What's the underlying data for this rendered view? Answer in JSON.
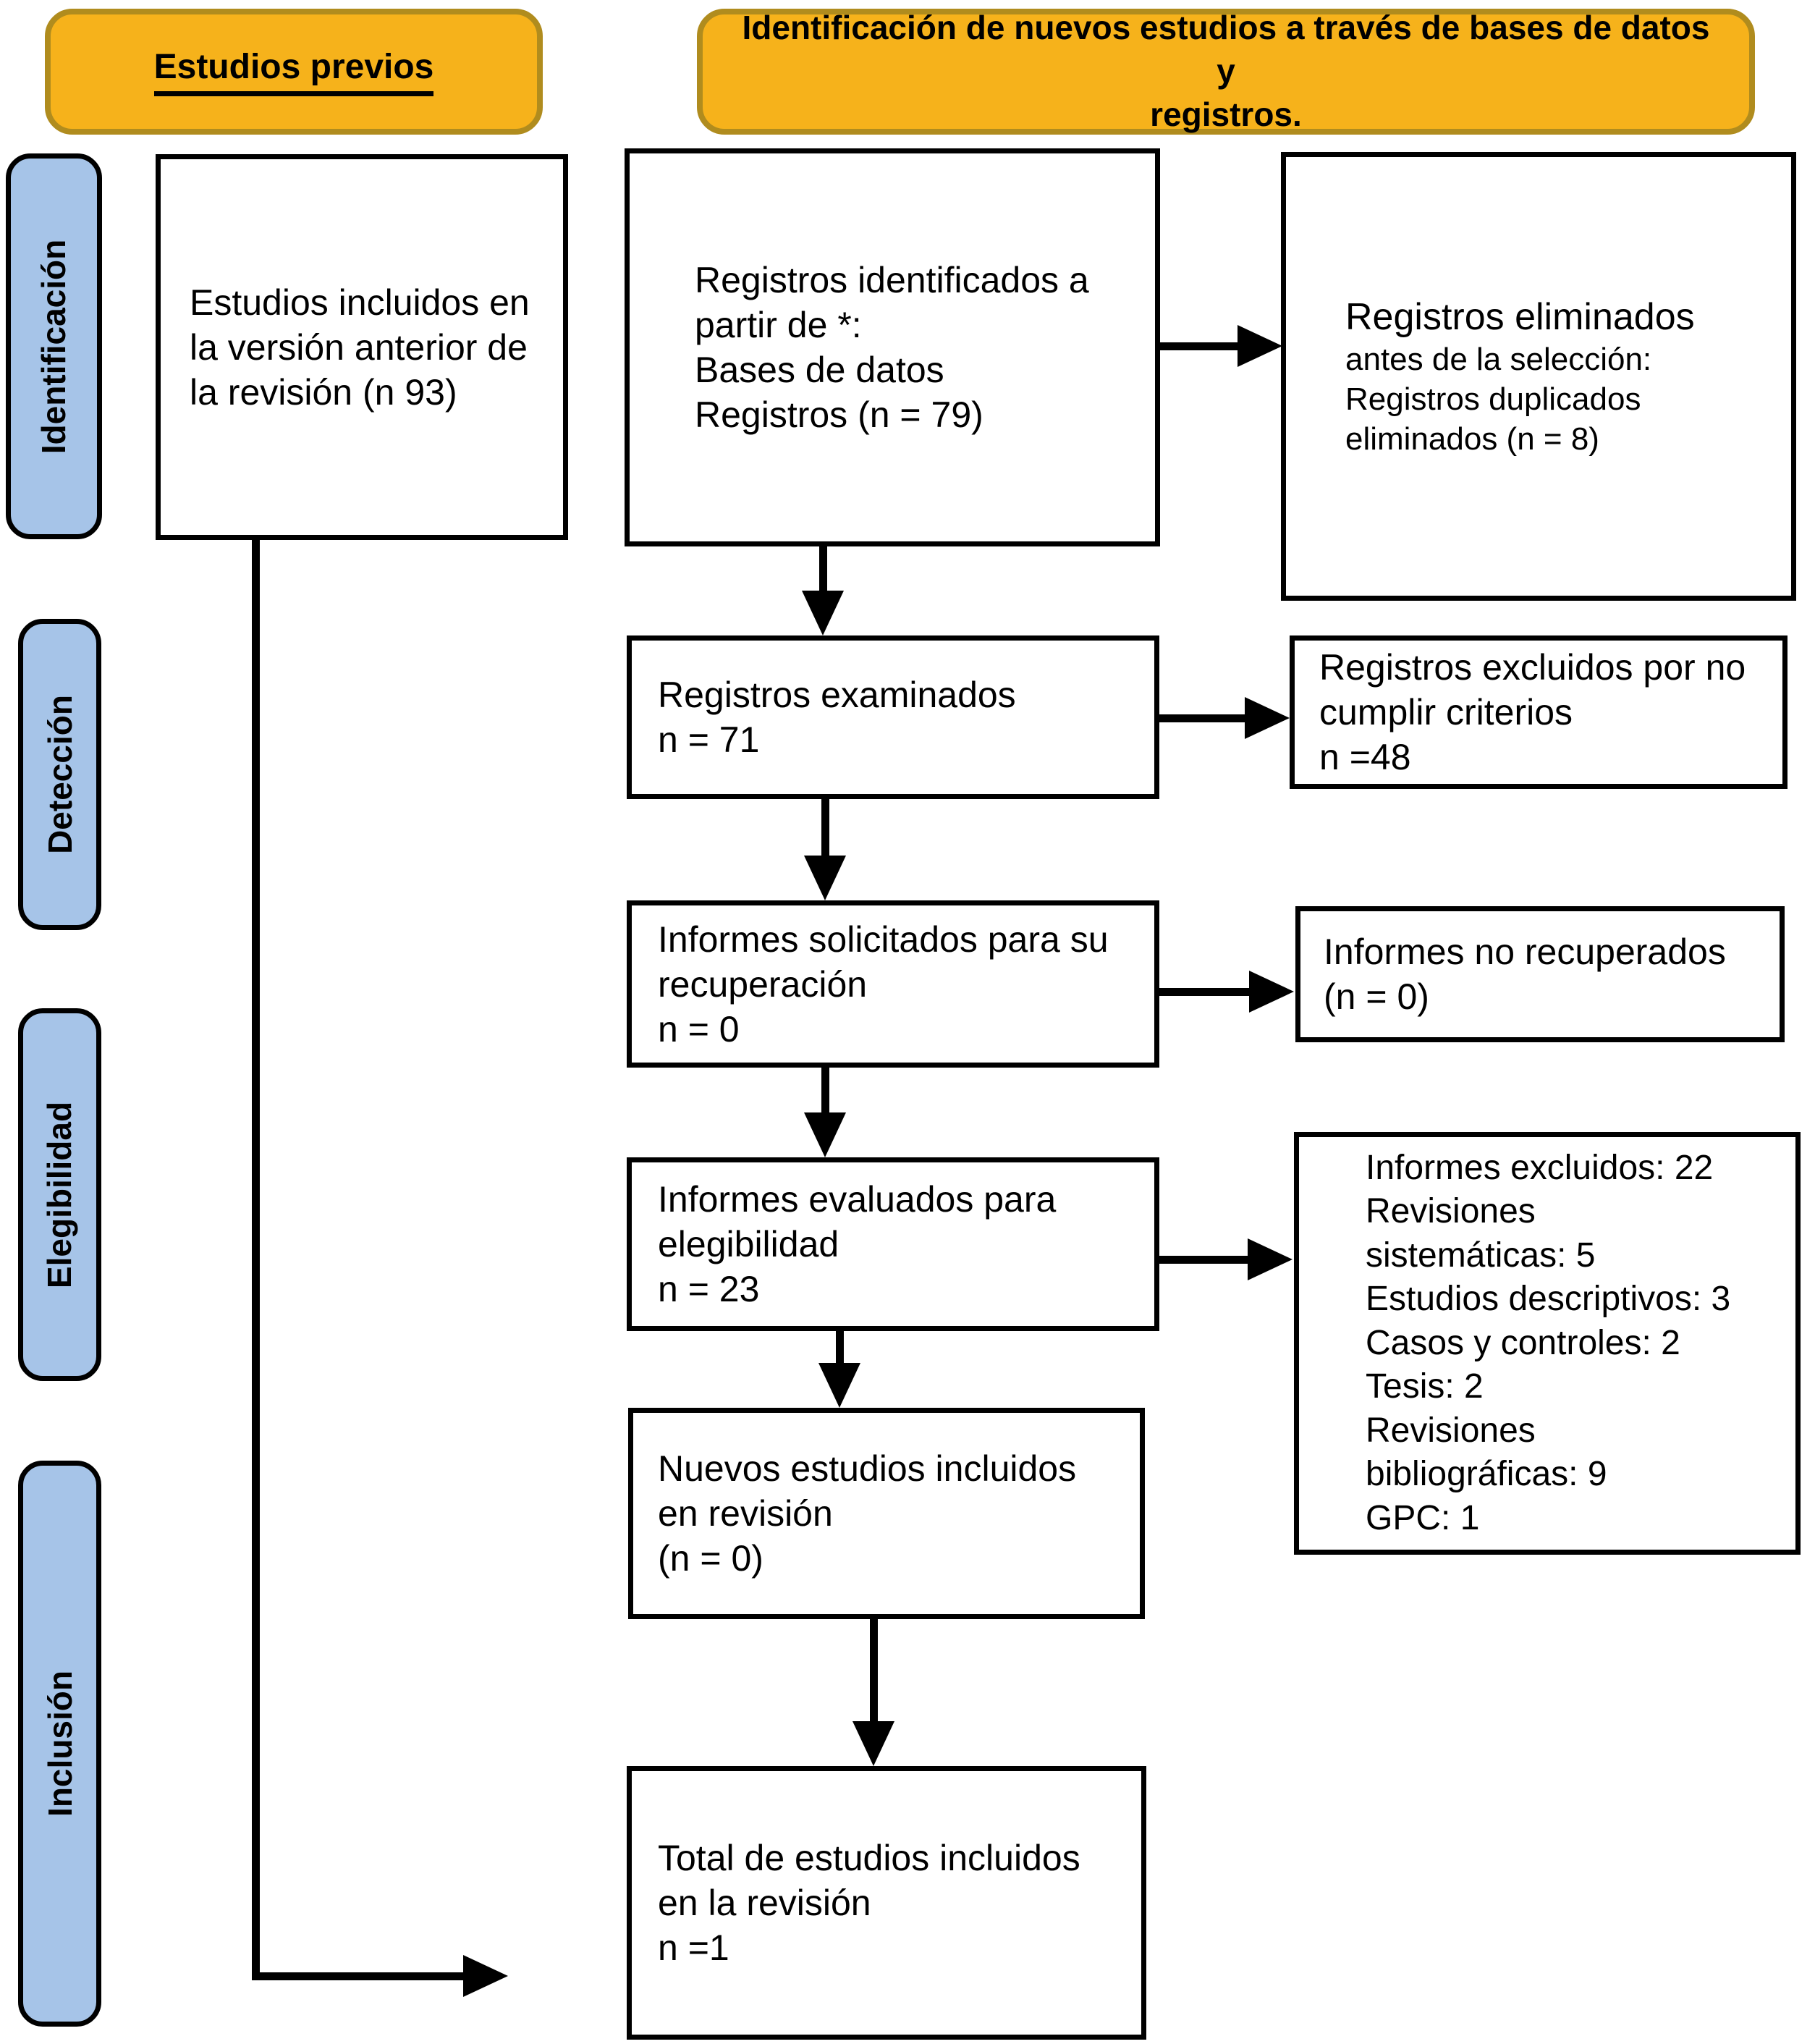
{
  "banners": {
    "previous_studies": "Estudios previos",
    "new_studies": "Identificación de nuevos estudios a través de bases de datos y\nregistros."
  },
  "side_labels": [
    "Identificación",
    "Detección",
    "Elegibilidad",
    "Inclusión"
  ],
  "boxes": {
    "previous_included": "Estudios incluidos en\nla versión anterior de\nla revisión (n 93)",
    "records_identified": "Registros identificados a\npartir de *:\nBases de datos\nRegistros (n = 79)",
    "records_removed_title": "Registros eliminados",
    "records_removed_body": "antes de la selección:\nRegistros duplicados\neliminados (n = 8)",
    "records_screened": "Registros examinados\nn = 71",
    "records_excluded": "Registros excluidos por no\ncumplir criterios\nn =48",
    "reports_sought": "Informes solicitados para su\nrecuperación\nn = 0",
    "reports_not_retrieved": "Informes no recuperados\n(n = 0)",
    "reports_assessed": "Informes evaluados para\nelegibilidad\nn = 23",
    "reports_excluded": "Informes excluidos: 22\nRevisiones\nsistemáticas: 5\nEstudios descriptivos: 3\nCasos y controles: 2\nTesis: 2\nRevisiones\nbibliográficas: 9\nGPC: 1",
    "new_included": "Nuevos estudios incluidos\nen revisión\n(n = 0)",
    "total_included": "Total de estudios incluidos\nen la revisión\nn =1"
  },
  "colors": {
    "banner_fill": "#F6B21B",
    "banner_border": "#B08C1E",
    "stage_fill": "#A6C4E8",
    "line": "#000000"
  }
}
